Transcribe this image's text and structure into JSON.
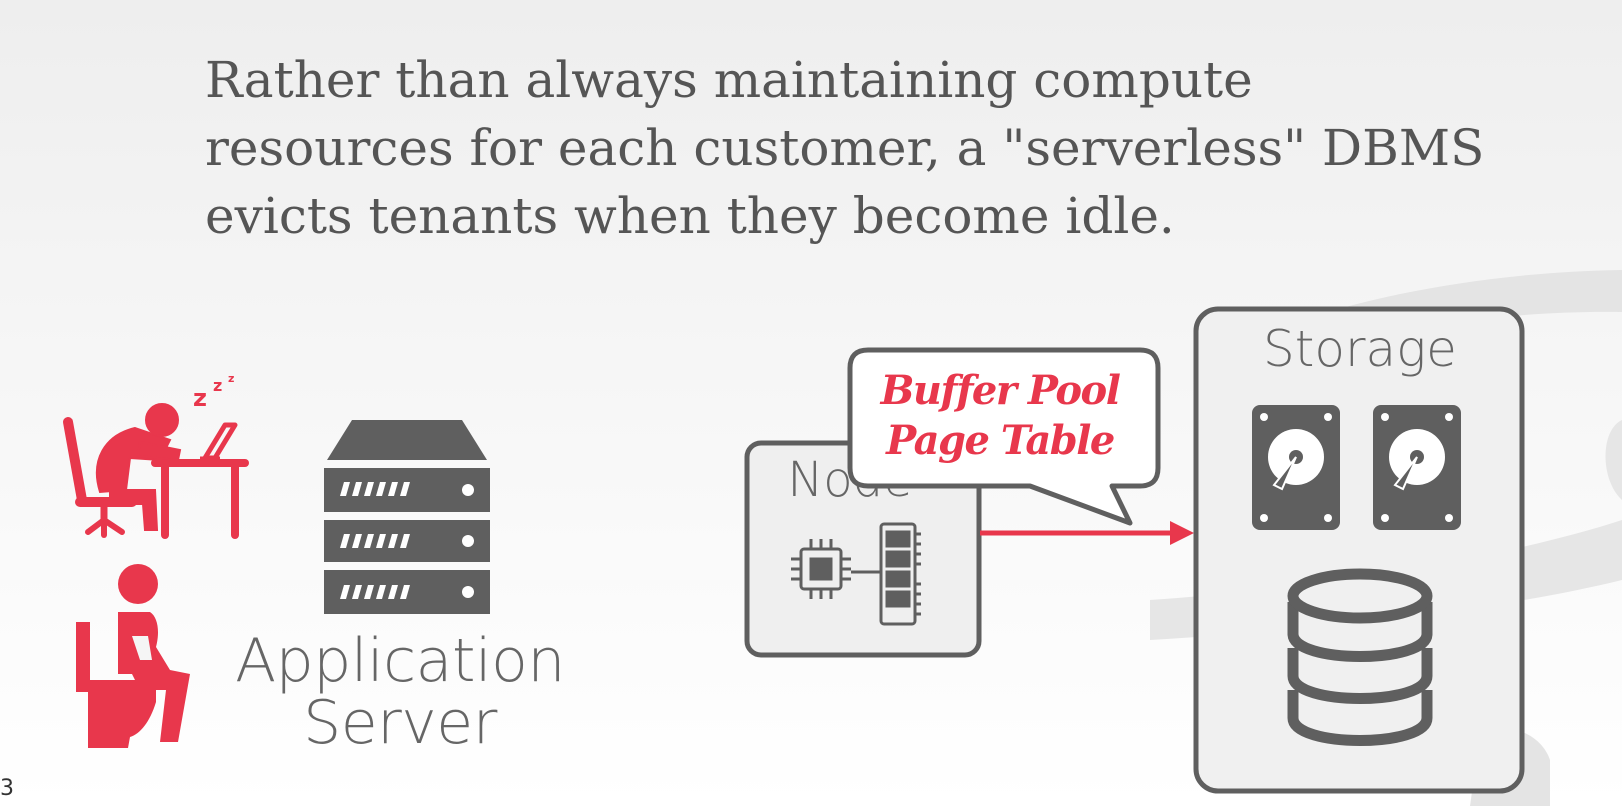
{
  "headline": "Rather than always maintaining compute resources for each customer, a \"serverless\" DBMS evicts tenants when they become idle.",
  "application_server": {
    "line1": "Application",
    "line2": "Server"
  },
  "node": {
    "label": "Node"
  },
  "callout": {
    "line1": "Buffer Pool",
    "line2": "Page Table"
  },
  "storage": {
    "label": "Storage"
  },
  "sleep_text": {
    "z1": "z",
    "z2": "z",
    "z3": "z"
  },
  "slide_number": "3",
  "colors": {
    "accent": "#e8374c",
    "dark": "#5f5f5f",
    "text": "#555555"
  }
}
